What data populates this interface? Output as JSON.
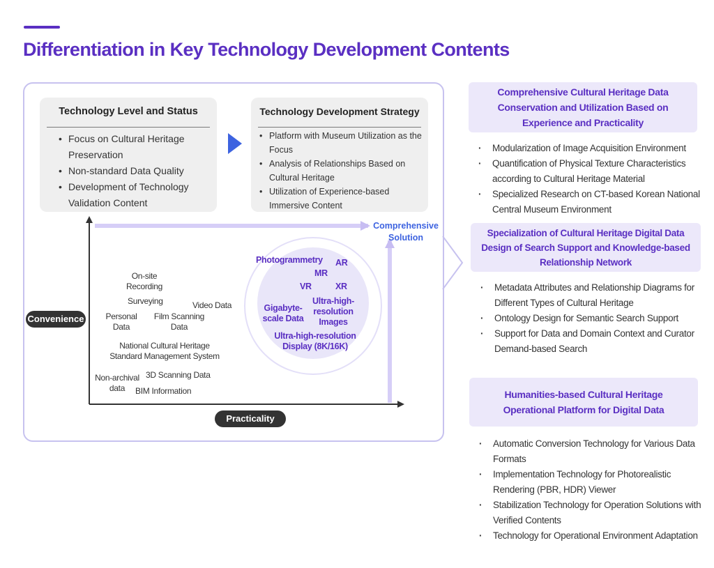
{
  "page": {
    "title": "Differentiation in Key Technology Development Contents"
  },
  "colors": {
    "accent": "#5a2fc2",
    "blue": "#3d63e0",
    "frame": "#c7c2ef",
    "panel_bg": "#ece8fa",
    "box_bg": "#efefef"
  },
  "level_box": {
    "title": "Technology Level and Status",
    "items": [
      "Focus on Cultural Heritage Preservation",
      "Non-standard Data Quality",
      "Development of Technology Validation Content"
    ]
  },
  "strategy_box": {
    "title": "Technology Development Strategy",
    "items": [
      "Platform with Museum Utilization as the Focus",
      "Analysis of Relationships Based on Cultural Heritage",
      "Utilization of Experience-based Immersive Content"
    ]
  },
  "axes": {
    "y_label": "Convenience",
    "x_label": "Practicality",
    "corner_label": "Comprehensive Solution"
  },
  "data_types": {
    "on_site": "On-site Recording",
    "surveying": "Surveying",
    "video": "Video Data",
    "personal": "Personal Data",
    "film": "Film Scanning Data",
    "national": "National Cultural Heritage Standard Management System",
    "non_archival": "Non-archival data",
    "scan_3d": "3D Scanning Data",
    "bim": "BIM Information"
  },
  "technologies": {
    "photogrammetry": "Photogrammetry",
    "ar": "AR",
    "mr": "MR",
    "vr": "VR",
    "xr": "XR",
    "gigabyte": "Gigabyte-scale Data",
    "uhr_images": "Ultra-high-resolution Images",
    "uhr_display": "Ultra-high-resolution Display (8K/16K)"
  },
  "panels": [
    {
      "heading": "Comprehensive Cultural Heritage Data Conservation and Utilization Based on Experience and Practicality",
      "items": [
        "Modularization of Image Acquisition Environment",
        "Quantification of Physical Texture Characteristics according to Cultural Heritage Material",
        "Specialized Research on CT-based Korean National Central Museum Environment"
      ]
    },
    {
      "heading": "Specialization of Cultural Heritage Digital Data Design of Search Support and Knowledge-based Relationship Network",
      "items": [
        "Metadata Attributes and Relationship Diagrams for Different Types of Cultural Heritage",
        "Ontology Design for Semantic Search Support",
        "Support for Data and Domain Context and Curator Demand-based Search"
      ]
    },
    {
      "heading": "Humanities-based Cultural Heritage Operational Platform for Digital Data",
      "items": [
        "Automatic Conversion Technology for Various Data Formats",
        "Implementation Technology for Photorealistic Rendering (PBR, HDR) Viewer",
        "Stabilization Technology for Operation Solutions with Verified Contents",
        "Technology for Operational Environment Adaptation"
      ]
    }
  ]
}
